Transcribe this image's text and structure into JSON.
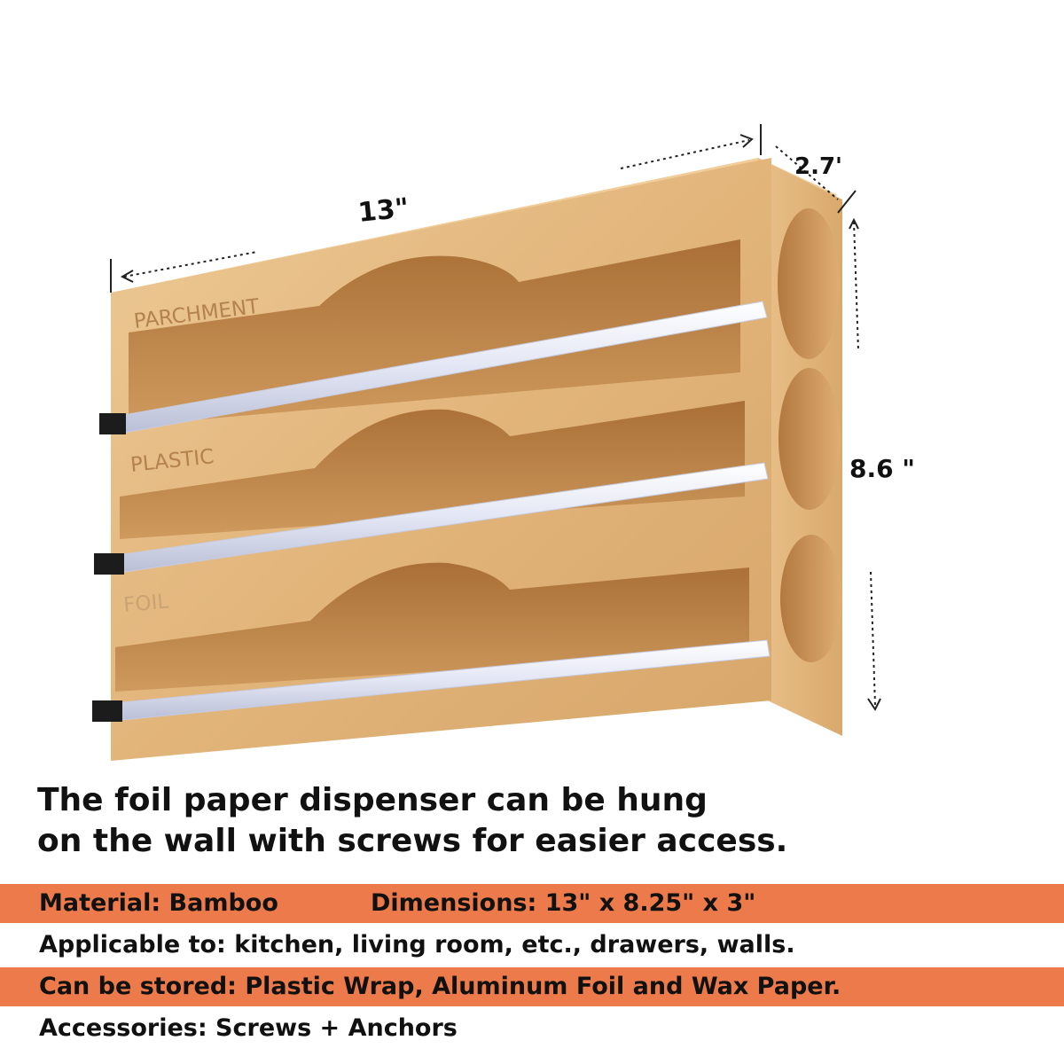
{
  "product": {
    "engraved_labels": [
      "PARCHMENT",
      "PLASTIC",
      "FOIL"
    ],
    "dimensions": {
      "width": "13\"",
      "depth": "2.7'",
      "height": "8.6 \""
    },
    "colors": {
      "wood_light": "#e6bd84",
      "wood_mid": "#d7a66a",
      "wood_dark": "#b98348",
      "engrave": "#b4824d"
    }
  },
  "headline": {
    "line1": "The foil paper dispenser can be hung",
    "line2": "on the wall with screws for easier access."
  },
  "specs": {
    "material": "Material: Bamboo",
    "dimensions": "Dimensions: 13\" x 8.25\" x 3\"",
    "applicable": "Applicable to: kitchen, living room, etc., drawers, walls.",
    "stored": "Can be stored: Plastic Wrap, Aluminum Foil and Wax Paper.",
    "accessories": "Accessories: Screws + Anchors"
  },
  "colors": {
    "band_orange": "#ec7a4a",
    "text": "#111111"
  }
}
